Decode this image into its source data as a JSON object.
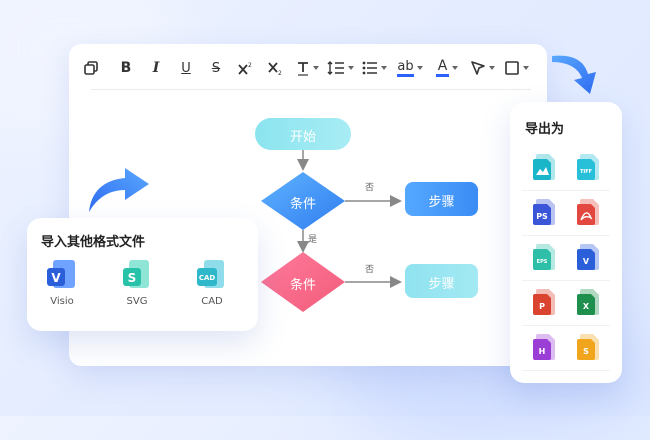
{
  "toolbar": {
    "items": [
      {
        "icon": "copy-style-icon"
      },
      {
        "icon": "bold-icon",
        "label": "B"
      },
      {
        "icon": "italic-icon",
        "label": "I"
      },
      {
        "icon": "underline-icon",
        "label": "U"
      },
      {
        "icon": "strikethrough-icon",
        "label": "S"
      },
      {
        "icon": "superscript-icon"
      },
      {
        "icon": "subscript-icon"
      },
      {
        "icon": "text-format-icon"
      },
      {
        "icon": "line-spacing-icon"
      },
      {
        "icon": "list-icon"
      },
      {
        "icon": "highlight-icon",
        "label": "ab"
      },
      {
        "icon": "font-color-icon",
        "label": "A"
      },
      {
        "icon": "pointer-icon"
      },
      {
        "icon": "shape-icon"
      }
    ],
    "accent_color": "#2b62ff"
  },
  "flowchart": {
    "start": "开始",
    "condition1": "条件",
    "condition2": "条件",
    "step1": "步骤",
    "step2": "步骤",
    "label_no_1": "否",
    "label_yes": "是",
    "label_no_2": "否"
  },
  "import_panel": {
    "title": "导入其他格式文件",
    "formats": [
      {
        "label": "Visio",
        "letter": "V",
        "color": "#2b5fd9"
      },
      {
        "label": "SVG",
        "letter": "S",
        "color": "#27c2a8"
      },
      {
        "label": "CAD",
        "letter": "CAD",
        "color": "#2fb8c9"
      }
    ]
  },
  "export_panel": {
    "title": "导出为",
    "formats": [
      {
        "name": "image-file-icon",
        "color": "#18b6c8"
      },
      {
        "name": "tiff-file-icon",
        "color": "#27c0d8",
        "tag": "TIFF"
      },
      {
        "name": "ps-file-icon",
        "color": "#3a55d8",
        "tag": "PS"
      },
      {
        "name": "pdf-file-icon",
        "color": "#e2483f"
      },
      {
        "name": "eps-file-icon",
        "color": "#2fbfa8",
        "tag": "EPS"
      },
      {
        "name": "visio-file-icon",
        "color": "#2b5fd9",
        "tag": "V"
      },
      {
        "name": "powerpoint-file-icon",
        "color": "#d9432f",
        "tag": "P"
      },
      {
        "name": "excel-file-icon",
        "color": "#1f8f4e",
        "tag": "X"
      },
      {
        "name": "html-file-icon",
        "color": "#9b3ed6",
        "tag": "H"
      },
      {
        "name": "slides-file-icon",
        "color": "#f0a51d",
        "tag": "S"
      }
    ]
  }
}
